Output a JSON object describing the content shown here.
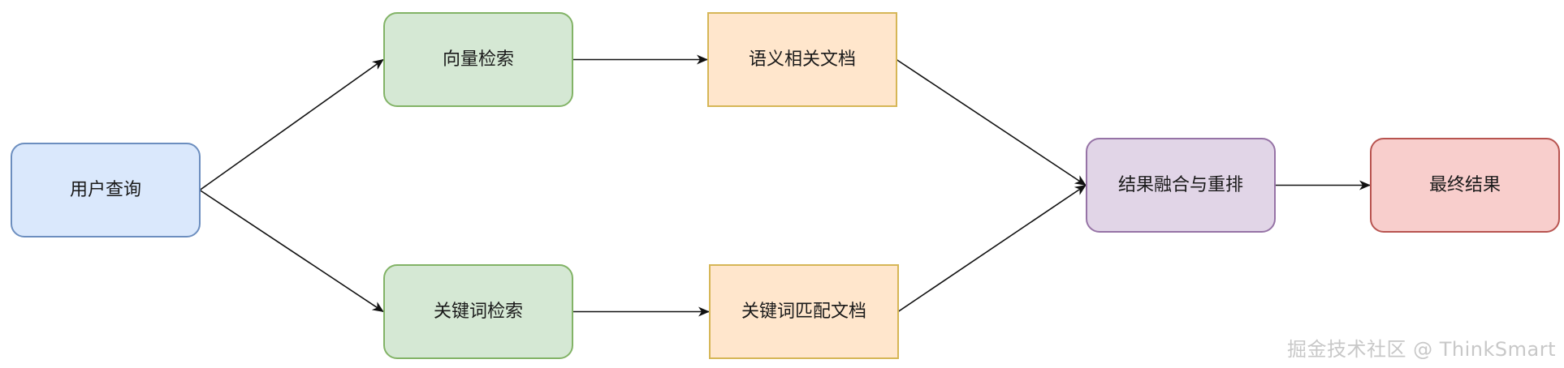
{
  "nodes": [
    {
      "id": "user-query",
      "label": "用户查询",
      "fill": "#dae8fc",
      "stroke": "#6c8ebf"
    },
    {
      "id": "vector-search",
      "label": "向量检索",
      "fill": "#d5e8d4",
      "stroke": "#82b366"
    },
    {
      "id": "keyword-search",
      "label": "关键词检索",
      "fill": "#d5e8d4",
      "stroke": "#82b366"
    },
    {
      "id": "semantic-docs",
      "label": "语义相关文档",
      "fill": "#ffe6cc",
      "stroke": "#d6b656"
    },
    {
      "id": "keyword-docs",
      "label": "关键词匹配文档",
      "fill": "#ffe6cc",
      "stroke": "#d6b656"
    },
    {
      "id": "fusion-rerank",
      "label": "结果融合与重排",
      "fill": "#e1d5e7",
      "stroke": "#9673a6"
    },
    {
      "id": "final-result",
      "label": "最终结果",
      "fill": "#f8cecc",
      "stroke": "#b85450"
    }
  ],
  "edges": [
    {
      "from": "user-query",
      "to": "vector-search"
    },
    {
      "from": "user-query",
      "to": "keyword-search"
    },
    {
      "from": "vector-search",
      "to": "semantic-docs"
    },
    {
      "from": "keyword-search",
      "to": "keyword-docs"
    },
    {
      "from": "semantic-docs",
      "to": "fusion-rerank"
    },
    {
      "from": "keyword-docs",
      "to": "fusion-rerank"
    },
    {
      "from": "fusion-rerank",
      "to": "final-result"
    }
  ],
  "watermark": "掘金技术社区 @ ThinkSmart"
}
